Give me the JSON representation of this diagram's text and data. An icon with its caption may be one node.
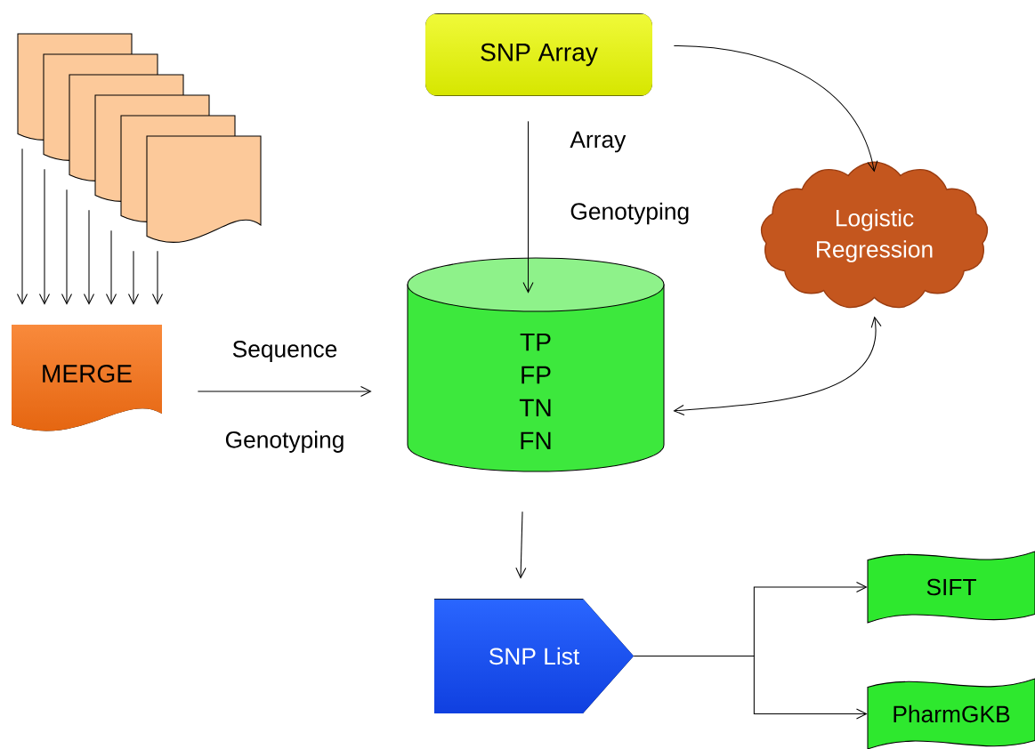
{
  "diagram": {
    "nodes": [
      {
        "text": [],
        "shape": "document"
      },
      {
        "text": [],
        "shape": "document"
      },
      {
        "text": [],
        "shape": "document"
      },
      {
        "text": [],
        "shape": "document"
      },
      {
        "text": [],
        "shape": "document"
      },
      {
        "text": [],
        "shape": "document"
      },
      {
        "text": [
          "MERGE"
        ]
      },
      {
        "text": [
          "SNP Array"
        ]
      },
      {
        "text": [
          "TP",
          "FP",
          "TN",
          "FN"
        ]
      },
      {
        "text": [
          "Logistic Regression"
        ]
      },
      {
        "text": [
          "SNP List"
        ]
      },
      {
        "text": [
          "SIFT"
        ]
      },
      {
        "text": [
          "PharmGKB"
        ]
      }
    ],
    "edges": [
      {
        "from": 0,
        "to": 6,
        "arrow": "to"
      },
      {
        "from": 1,
        "to": 6,
        "arrow": "to"
      },
      {
        "from": 2,
        "to": 6,
        "arrow": "to"
      },
      {
        "from": 3,
        "to": 6,
        "arrow": "to"
      },
      {
        "from": 4,
        "to": 6,
        "arrow": "to"
      },
      {
        "from": 5,
        "to": 6,
        "arrow": "to"
      },
      {
        "from": 5,
        "to": 6,
        "arrow": "to"
      },
      {
        "from": 6,
        "to": 8,
        "arrow": "to",
        "label": "Sequence Genotyping"
      },
      {
        "from": 7,
        "to": 8,
        "arrow": "to",
        "label": "Array Genotyping"
      },
      {
        "from": 7,
        "to": 9,
        "arrow": "to"
      },
      {
        "from": 8,
        "to": 9,
        "arrow": "both"
      },
      {
        "from": 8,
        "to": 10,
        "arrow": "to"
      },
      {
        "from": 10,
        "to": 11,
        "arrow": "to"
      },
      {
        "from": 10,
        "to": 12,
        "arrow": "to"
      }
    ]
  }
}
